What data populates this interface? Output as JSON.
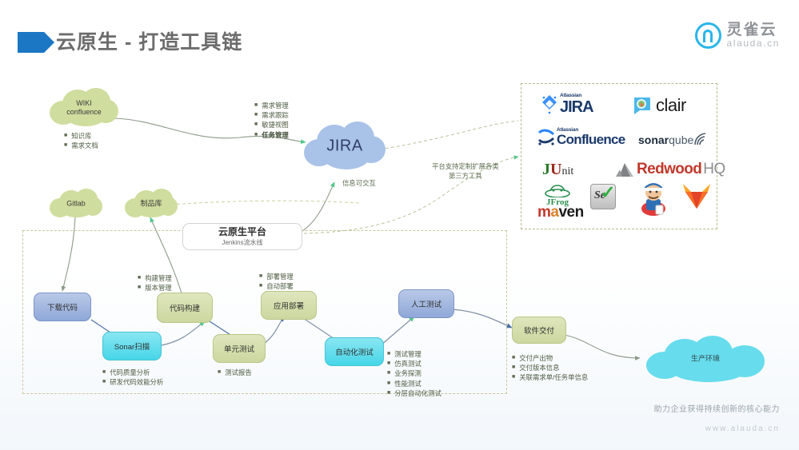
{
  "header": {
    "title": "云原生 - 打造工具链",
    "logo_cn": "灵雀云",
    "logo_en": "alauda.cn"
  },
  "clouds": {
    "wiki": "WIKI\nconfluence",
    "wiki_line1": "WIKI",
    "wiki_line2": "confluence",
    "gitlab": "Gitlab",
    "artifact": "制品库",
    "jira": "JIRA",
    "production": "生产环境"
  },
  "platform": {
    "title": "云原生平台",
    "subtitle": "Jenkins流水线"
  },
  "annotations": {
    "wiki_bullets": [
      "知识库",
      "需求文档"
    ],
    "jira_bullets": [
      "需求管理",
      "需求跟踪",
      "敏捷视图",
      "任务管理"
    ],
    "jira_bullets_bold_index": 3,
    "info_exchange": "信息可交互",
    "third_party_line1": "平台支持定制扩展各类",
    "third_party_line2": "第三方工具",
    "build_bullets": [
      "构建管理",
      "版本管理"
    ],
    "deploy_bullets": [
      "部署管理",
      "自动部署"
    ],
    "sonar_bullets": [
      "代码质量分析",
      "研发代码效能分析"
    ],
    "unittest_bullets": [
      "测试报告"
    ],
    "test_bullets": [
      "测试管理",
      "仿真测试",
      "业务探测",
      "性能测试",
      "分层自动化测试"
    ],
    "delivery_bullets": [
      "交付产出物",
      "交付版本信息",
      "关联需求单/任务单信息"
    ]
  },
  "pipeline": [
    {
      "id": "download-code",
      "label": "下载代码",
      "color": "blue"
    },
    {
      "id": "sonar-scan",
      "label": "Sonar扫描",
      "color": "cyan"
    },
    {
      "id": "code-build",
      "label": "代码构建",
      "color": "olive"
    },
    {
      "id": "unit-test",
      "label": "单元测试",
      "color": "olive"
    },
    {
      "id": "app-deploy",
      "label": "应用部署",
      "color": "olive"
    },
    {
      "id": "auto-test",
      "label": "自动化测试",
      "color": "cyan"
    },
    {
      "id": "manual-test",
      "label": "人工测试",
      "color": "blue"
    },
    {
      "id": "software-delivery",
      "label": "软件交付",
      "color": "olive"
    }
  ],
  "tool_logos": {
    "jira_vendor": "Atlassian",
    "jira_name": "JIRA",
    "clair_name": "clair",
    "confluence_vendor": "Atlassian",
    "confluence_name": "Confluence",
    "sonarqube_bold": "sonar",
    "sonarqube_light": "qube",
    "junit_j": "J",
    "junit_u": "U",
    "junit_nit": "nit",
    "redwood_name": "Redwood",
    "redwood_hq": "HQ",
    "jfrog_name": "JFrog",
    "selenium_name": "Se",
    "maven_m": "m",
    "maven_a": "a",
    "maven_ven": "ven",
    "docker_name": "docker-whale-icon",
    "gitlab_name": "gitlab-fox-icon"
  },
  "footer": {
    "tagline": "助力企业获得持续创新的核心能力",
    "url": "www.alauda.cn"
  },
  "colors": {
    "accent_blue": "#1b76c4",
    "brand_cyan": "#29b6e8",
    "olive": "#ccd79f",
    "cyan_node": "#46d6e8",
    "blue_node": "#8fa8d8",
    "title_gray": "#6c6c6c"
  }
}
